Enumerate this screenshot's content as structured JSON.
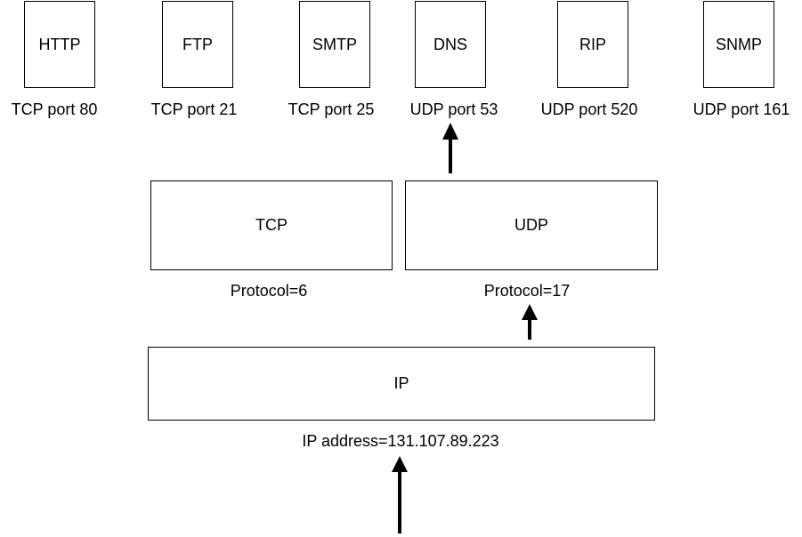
{
  "applications": [
    {
      "name": "HTTP",
      "port": "TCP port 80"
    },
    {
      "name": "FTP",
      "port": "TCP port 21"
    },
    {
      "name": "SMTP",
      "port": "TCP port 25"
    },
    {
      "name": "DNS",
      "port": "UDP port 53"
    },
    {
      "name": "RIP",
      "port": "UDP port 520"
    },
    {
      "name": "SNMP",
      "port": "UDP port 161"
    }
  ],
  "transport": {
    "tcp": {
      "name": "TCP",
      "protocol": "Protocol=6"
    },
    "udp": {
      "name": "UDP",
      "protocol": "Protocol=17"
    }
  },
  "network": {
    "ip": {
      "name": "IP",
      "address": "IP address=131.107.89.223"
    }
  }
}
